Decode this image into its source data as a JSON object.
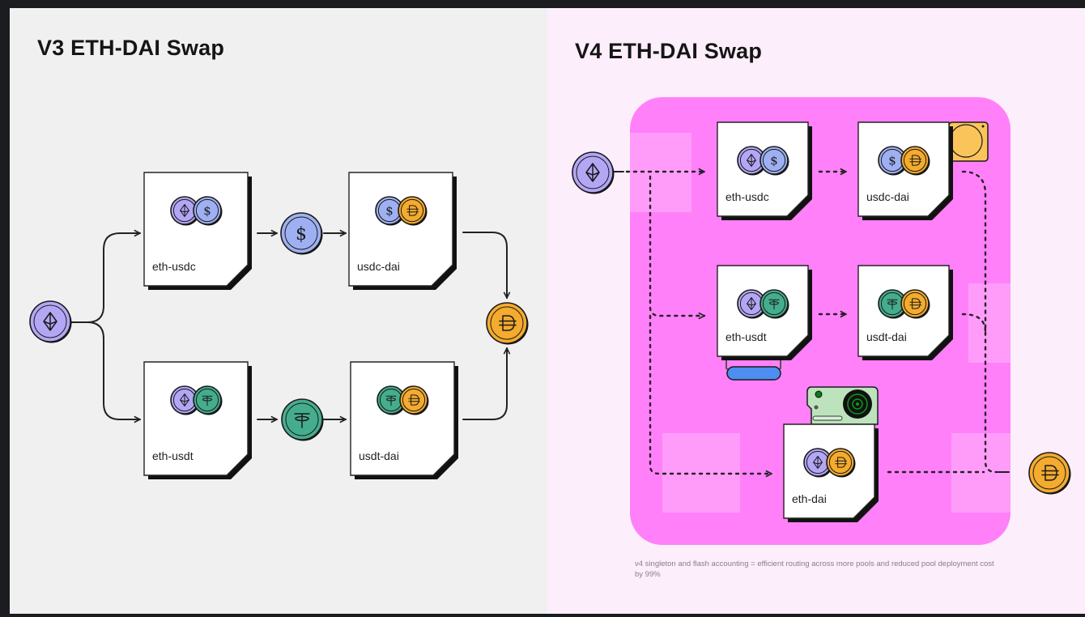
{
  "colors": {
    "eth": "#b3a7f5",
    "usdc": "#9fb0f2",
    "usdt": "#45ad8e",
    "dai": "#f4ab2e",
    "v3_background": "#f0f0f0",
    "v4_background": "#fdeefc",
    "v4_singleton": "#ff80f9",
    "hook_blue": "#4d8ef0",
    "hook_green": "#bde3bd",
    "hook_yellow": "#fbc45a"
  },
  "v3": {
    "title": "V3 ETH-DAI Swap",
    "input_token": "eth",
    "output_token": "dai",
    "routes": [
      {
        "pools": [
          {
            "label": "eth-usdc",
            "tokens": [
              "eth",
              "usdc"
            ]
          },
          {
            "label": "usdc-dai",
            "tokens": [
              "usdc",
              "dai"
            ]
          }
        ],
        "intermediate_token": "usdc"
      },
      {
        "pools": [
          {
            "label": "eth-usdt",
            "tokens": [
              "eth",
              "usdt"
            ]
          },
          {
            "label": "usdt-dai",
            "tokens": [
              "usdt",
              "dai"
            ]
          }
        ],
        "intermediate_token": "usdt"
      }
    ]
  },
  "v4": {
    "title": "V4 ETH-DAI Swap",
    "input_token": "eth",
    "output_token": "dai",
    "pools": [
      {
        "label": "eth-usdc",
        "tokens": [
          "eth",
          "usdc"
        ]
      },
      {
        "label": "usdc-dai",
        "tokens": [
          "usdc",
          "dai"
        ],
        "hook": "yellow-hook"
      },
      {
        "label": "eth-usdt",
        "tokens": [
          "eth",
          "usdt"
        ],
        "hook": "blue-hook"
      },
      {
        "label": "usdt-dai",
        "tokens": [
          "usdt",
          "dai"
        ]
      },
      {
        "label": "eth-dai",
        "tokens": [
          "eth",
          "dai"
        ],
        "hook": "green-hook"
      }
    ],
    "caption": "v4 singleton and flash accounting = efficient routing across more pools and reduced pool deployment cost by 99%"
  }
}
